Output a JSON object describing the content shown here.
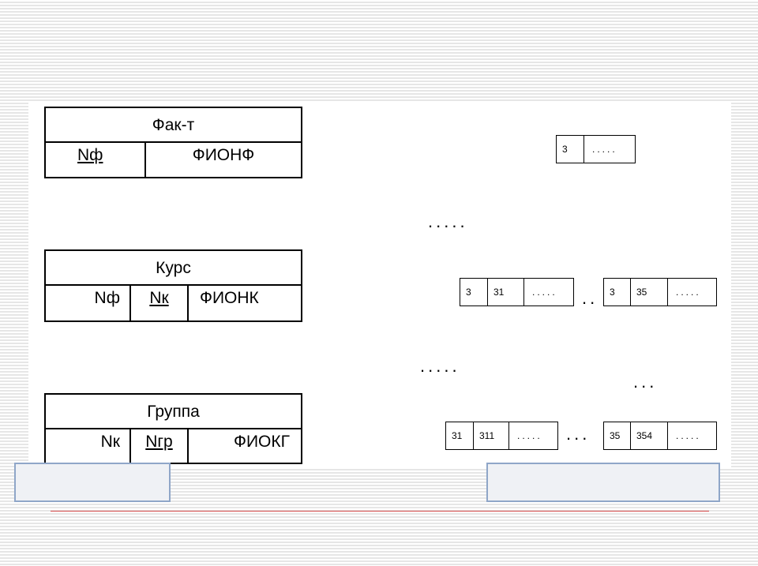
{
  "tables": {
    "fak": {
      "title": "Фак-т",
      "fields": [
        "Nф",
        "ФИОНФ"
      ]
    },
    "kurs": {
      "title": "Курс",
      "fields": [
        "Nф",
        "Nк",
        "ФИОНК"
      ]
    },
    "gruppa": {
      "title": "Группа",
      "fields": [
        "Nк",
        "Nгр",
        "ФИОКГ"
      ]
    }
  },
  "records": {
    "fak": {
      "key": "3",
      "rest": "....."
    },
    "kurs_first": {
      "k1": "3",
      "k2": "31",
      "rest": "....."
    },
    "kurs_last": {
      "k1": "3",
      "k2": "35",
      "rest": "....."
    },
    "gruppa_first": {
      "k1": "31",
      "k2": "311",
      "rest": "....."
    },
    "gruppa_last": {
      "k1": "35",
      "k2": "354",
      "rest": "....."
    }
  },
  "ellipses": {
    "level1": ".....",
    "level2": ".....",
    "level2_right": "...",
    "kurs_between": "..",
    "gruppa_between": "..."
  },
  "colors": {
    "line": "#d24848",
    "box_border": "#8fa6c8",
    "box_fill": "#eff1f5"
  }
}
